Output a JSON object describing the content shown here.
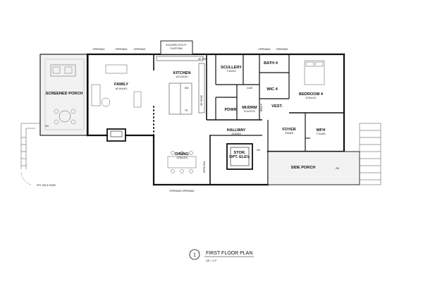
{
  "rooms": {
    "screened_porch": {
      "name": "SCREENED PORCH"
    },
    "family": {
      "name": "FAMILY",
      "size": "16'10x18'1"
    },
    "kitchen": {
      "name": "KITCHEN",
      "size": "16'11x16'0"
    },
    "scullery": {
      "name": "SCULLERY",
      "size": "7'4x15'0"
    },
    "bath4": {
      "name": "BATH 4"
    },
    "bedroom4": {
      "name": "BEDROOM 4",
      "size": "12'6x14'1"
    },
    "wic4": {
      "name": "WIC 4"
    },
    "powder": {
      "name": "PDWR"
    },
    "mudroom": {
      "name": "MUDRM",
      "size": "8'1x10'10"
    },
    "vest": {
      "name": "VEST."
    },
    "hallway": {
      "name": "HALLWAY",
      "size": "14'6x5'6"
    },
    "foyer": {
      "name": "FOYER",
      "size": "9'5x8'8"
    },
    "wfh": {
      "name": "WFH",
      "size": "7'11x8'6"
    },
    "dining": {
      "name": "DINING",
      "size": "12'6x15'3"
    },
    "storage_elev": {
      "name": "STOR.",
      "name2": "OPT. ELEV."
    },
    "side_porch": {
      "name": "SIDE PORCH"
    }
  },
  "labels": {
    "utility_platform_1": "ELEVATED UTILITY",
    "utility_platform_2": "PLATFORM",
    "operable": "OPERABLE",
    "on": "ON",
    "coat": "COAT",
    "bench": "BENCH",
    "open_rail": "OPEN RAIL",
    "deck_stair": "OPT. DECK STAIR",
    "kitchen_rail": "36\" RAISE",
    "fridge": "36\" REF",
    "dw": "DW",
    "tr": "TR"
  },
  "title_block": {
    "number": "1",
    "title": "FIRST FLOOR PLAN",
    "scale": "1/8\" = 1'-0\""
  }
}
